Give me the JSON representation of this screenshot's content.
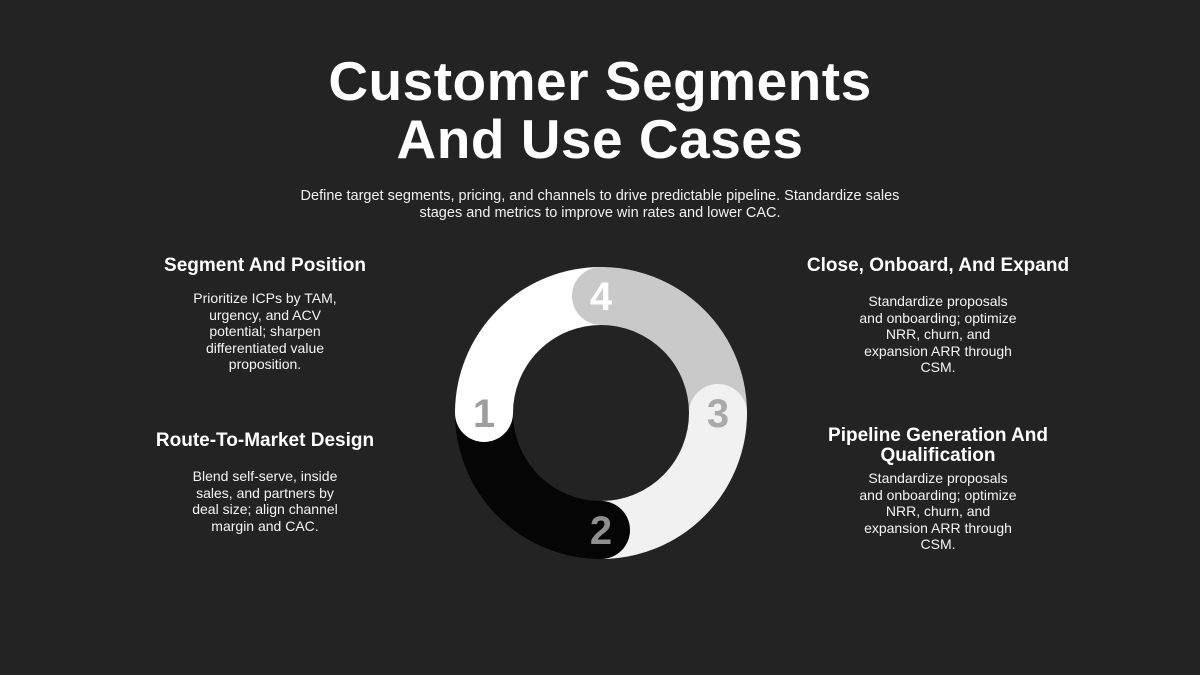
{
  "slide": {
    "title": "Customer Segments\nAnd Use Cases",
    "subtitle": "Define target segments, pricing, and channels to drive predictable pipeline. Standardize sales\nstages and metrics to improve win rates and lower CAC."
  },
  "colors": {
    "background": "#232323",
    "heading_text": "#ffffff",
    "body_text": "#f5f5f5"
  },
  "blocks": {
    "left_top": {
      "heading": "Segment And Position",
      "body": "Prioritize ICPs by TAM,\nurgency, and ACV\npotential; sharpen\ndifferentiated value\nproposition."
    },
    "left_bottom": {
      "heading": "Route-To-Market Design",
      "body": "Blend self-serve, inside\nsales, and partners by\ndeal size; align channel\nmargin and CAC."
    },
    "right_top": {
      "heading": "Close, Onboard, And Expand",
      "body": "Standardize proposals\nand onboarding; optimize\nNRR, churn, and\nexpansion ARR through\nCSM."
    },
    "right_bottom": {
      "heading": "Pipeline Generation And\nQualification",
      "body": "Standardize proposals\nand onboarding; optimize\nNRR, churn, and\nexpansion ARR through\nCSM."
    }
  },
  "diagram": {
    "type": "segmented-donut",
    "segments": [
      {
        "number": "1",
        "position": "left",
        "color": "#ffffff",
        "number_color": "#9e9e9e"
      },
      {
        "number": "2",
        "position": "bottom",
        "color": "#050505",
        "number_color": "#8f8f8f"
      },
      {
        "number": "3",
        "position": "right",
        "color": "#f1f1f1",
        "number_color": "#a9a9a9"
      },
      {
        "number": "4",
        "position": "top",
        "color": "#c9c9c9",
        "number_color": "#ffffff"
      }
    ]
  }
}
